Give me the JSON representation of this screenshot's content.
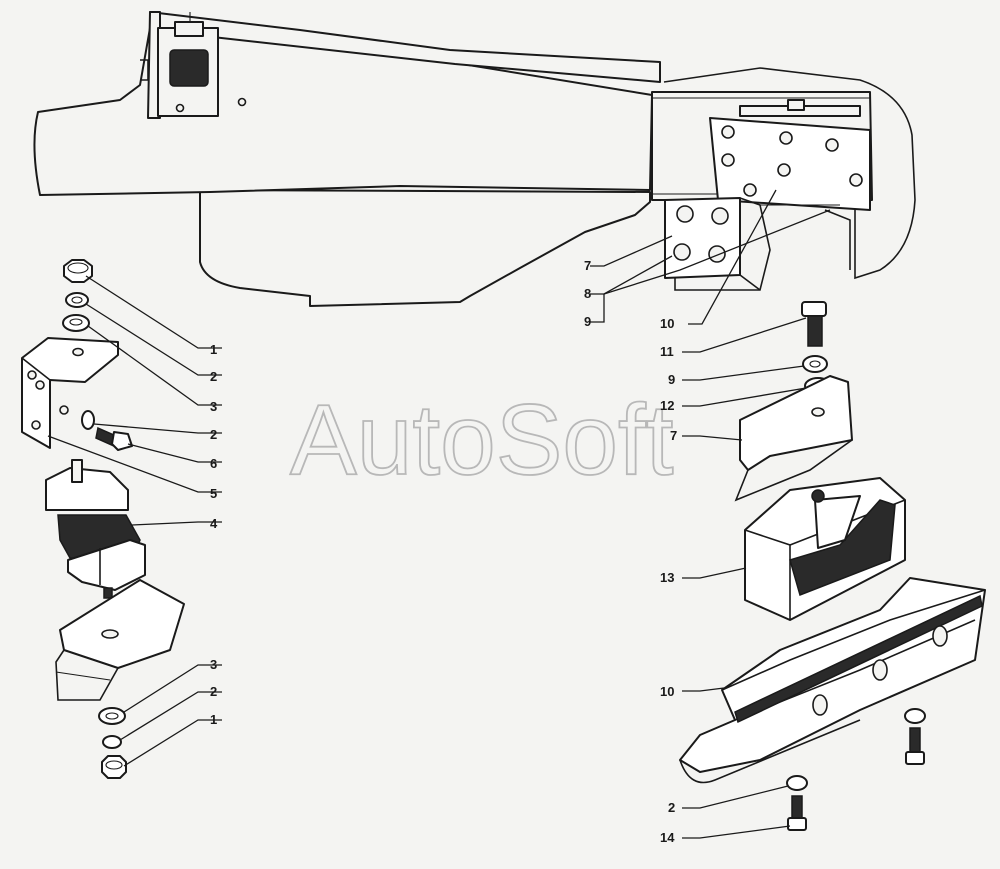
{
  "watermark": "AutoSoft",
  "callouts": {
    "c1a": "1",
    "c2a": "2",
    "c3a": "3",
    "c2b": "2",
    "c6": "6",
    "c5": "5",
    "c4": "4",
    "c3b": "3",
    "c2c": "2",
    "c1b": "1",
    "c7a": "7",
    "c8": "8",
    "c9a": "9",
    "c10a": "10",
    "c11": "11",
    "c9b": "9",
    "c12": "12",
    "c7b": "7",
    "c13": "13",
    "c10b": "10",
    "c2d": "2",
    "c14": "14"
  },
  "colors": {
    "ink": "#1a1a1a",
    "paper": "#f4f4f2",
    "watermark": "#b8b8b8"
  }
}
